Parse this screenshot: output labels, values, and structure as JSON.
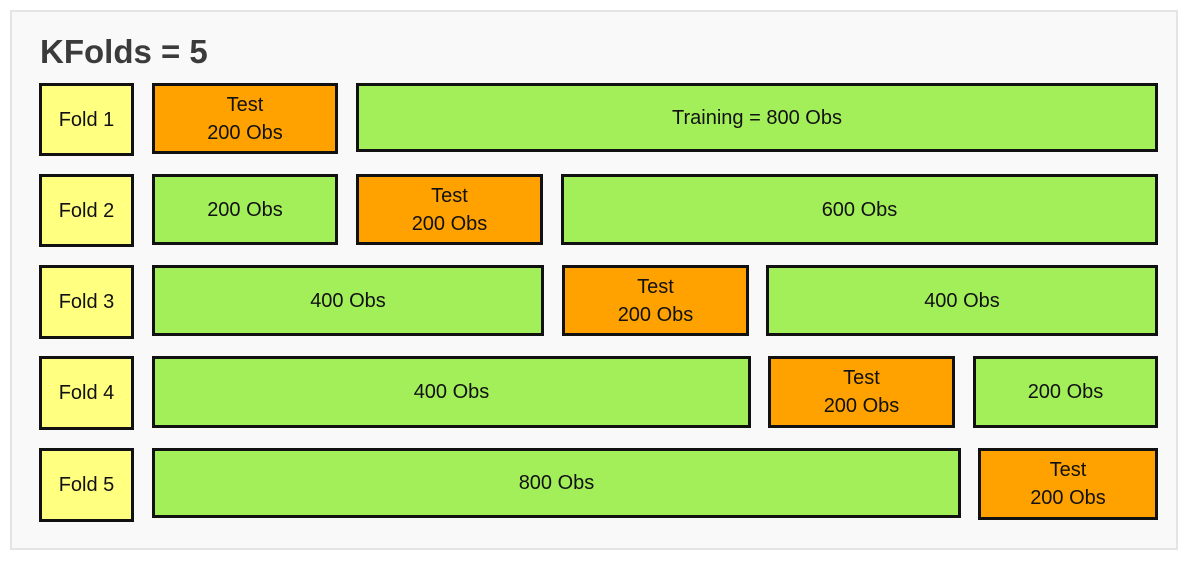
{
  "title": "KFolds = 5",
  "colors": {
    "fold_label": "#ffff80",
    "training": "#a3ef5a",
    "test": "#ffa200",
    "border": "#111111"
  },
  "rows": [
    {
      "label": "Fold 1",
      "segments": [
        {
          "kind": "test",
          "lines": [
            "Test",
            "200 Obs"
          ]
        },
        {
          "kind": "training",
          "lines": [
            "Training = 800 Obs"
          ]
        }
      ]
    },
    {
      "label": "Fold 2",
      "segments": [
        {
          "kind": "training",
          "lines": [
            "200 Obs"
          ]
        },
        {
          "kind": "test",
          "lines": [
            "Test",
            "200 Obs"
          ]
        },
        {
          "kind": "training",
          "lines": [
            "600 Obs"
          ]
        }
      ]
    },
    {
      "label": "Fold 3",
      "segments": [
        {
          "kind": "training",
          "lines": [
            "400 Obs"
          ]
        },
        {
          "kind": "test",
          "lines": [
            "Test",
            "200 Obs"
          ]
        },
        {
          "kind": "training",
          "lines": [
            "400 Obs"
          ]
        }
      ]
    },
    {
      "label": "Fold 4",
      "segments": [
        {
          "kind": "training",
          "lines": [
            "400 Obs"
          ]
        },
        {
          "kind": "test",
          "lines": [
            "Test",
            "200 Obs"
          ]
        },
        {
          "kind": "training",
          "lines": [
            "200 Obs"
          ]
        }
      ]
    },
    {
      "label": "Fold 5",
      "segments": [
        {
          "kind": "training",
          "lines": [
            "800 Obs"
          ]
        },
        {
          "kind": "test",
          "lines": [
            "Test",
            "200 Obs"
          ]
        }
      ]
    }
  ]
}
